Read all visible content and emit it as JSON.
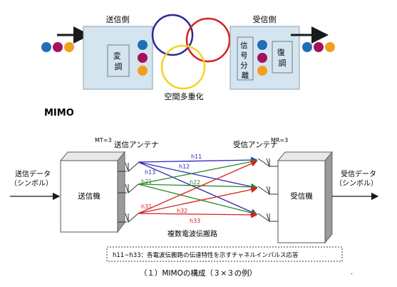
{
  "top": {
    "tx_label": "送信側",
    "rx_label": "受信側",
    "modulate_label": "変調",
    "separate_label": "信号分離",
    "demodulate_label": "復調",
    "spatial_label": "空間多重化",
    "mimo_title": "MIMO",
    "colors": {
      "blue": "#1f6fb8",
      "purple": "#a3125b",
      "orange": "#f0a020",
      "red": "#d62020",
      "yellow": "#f5d31a",
      "navy": "#2a2a9a"
    }
  },
  "bottom": {
    "mt_label": "MT=3",
    "mr_label": "MR=3",
    "tx_antenna_label": "送信アンテナ",
    "rx_antenna_label": "受信アンテナ",
    "tx_data_label": [
      "送信データ",
      "（シンボル）"
    ],
    "rx_data_label": [
      "受信データ",
      "（シンボル）"
    ],
    "transmitter_label": "送信機",
    "receiver_label": "受信機",
    "channel_label": "複数電波伝搬路",
    "h_labels": [
      "h11",
      "h12",
      "h13",
      "h21",
      "h22",
      "h31",
      "h32",
      "h33"
    ],
    "note": "h11~h33：各電波伝搬路の伝達特性を示すチャネルインパルス応答",
    "caption": "（１）MIMOの構成（３×３の例）",
    "dot": "."
  }
}
